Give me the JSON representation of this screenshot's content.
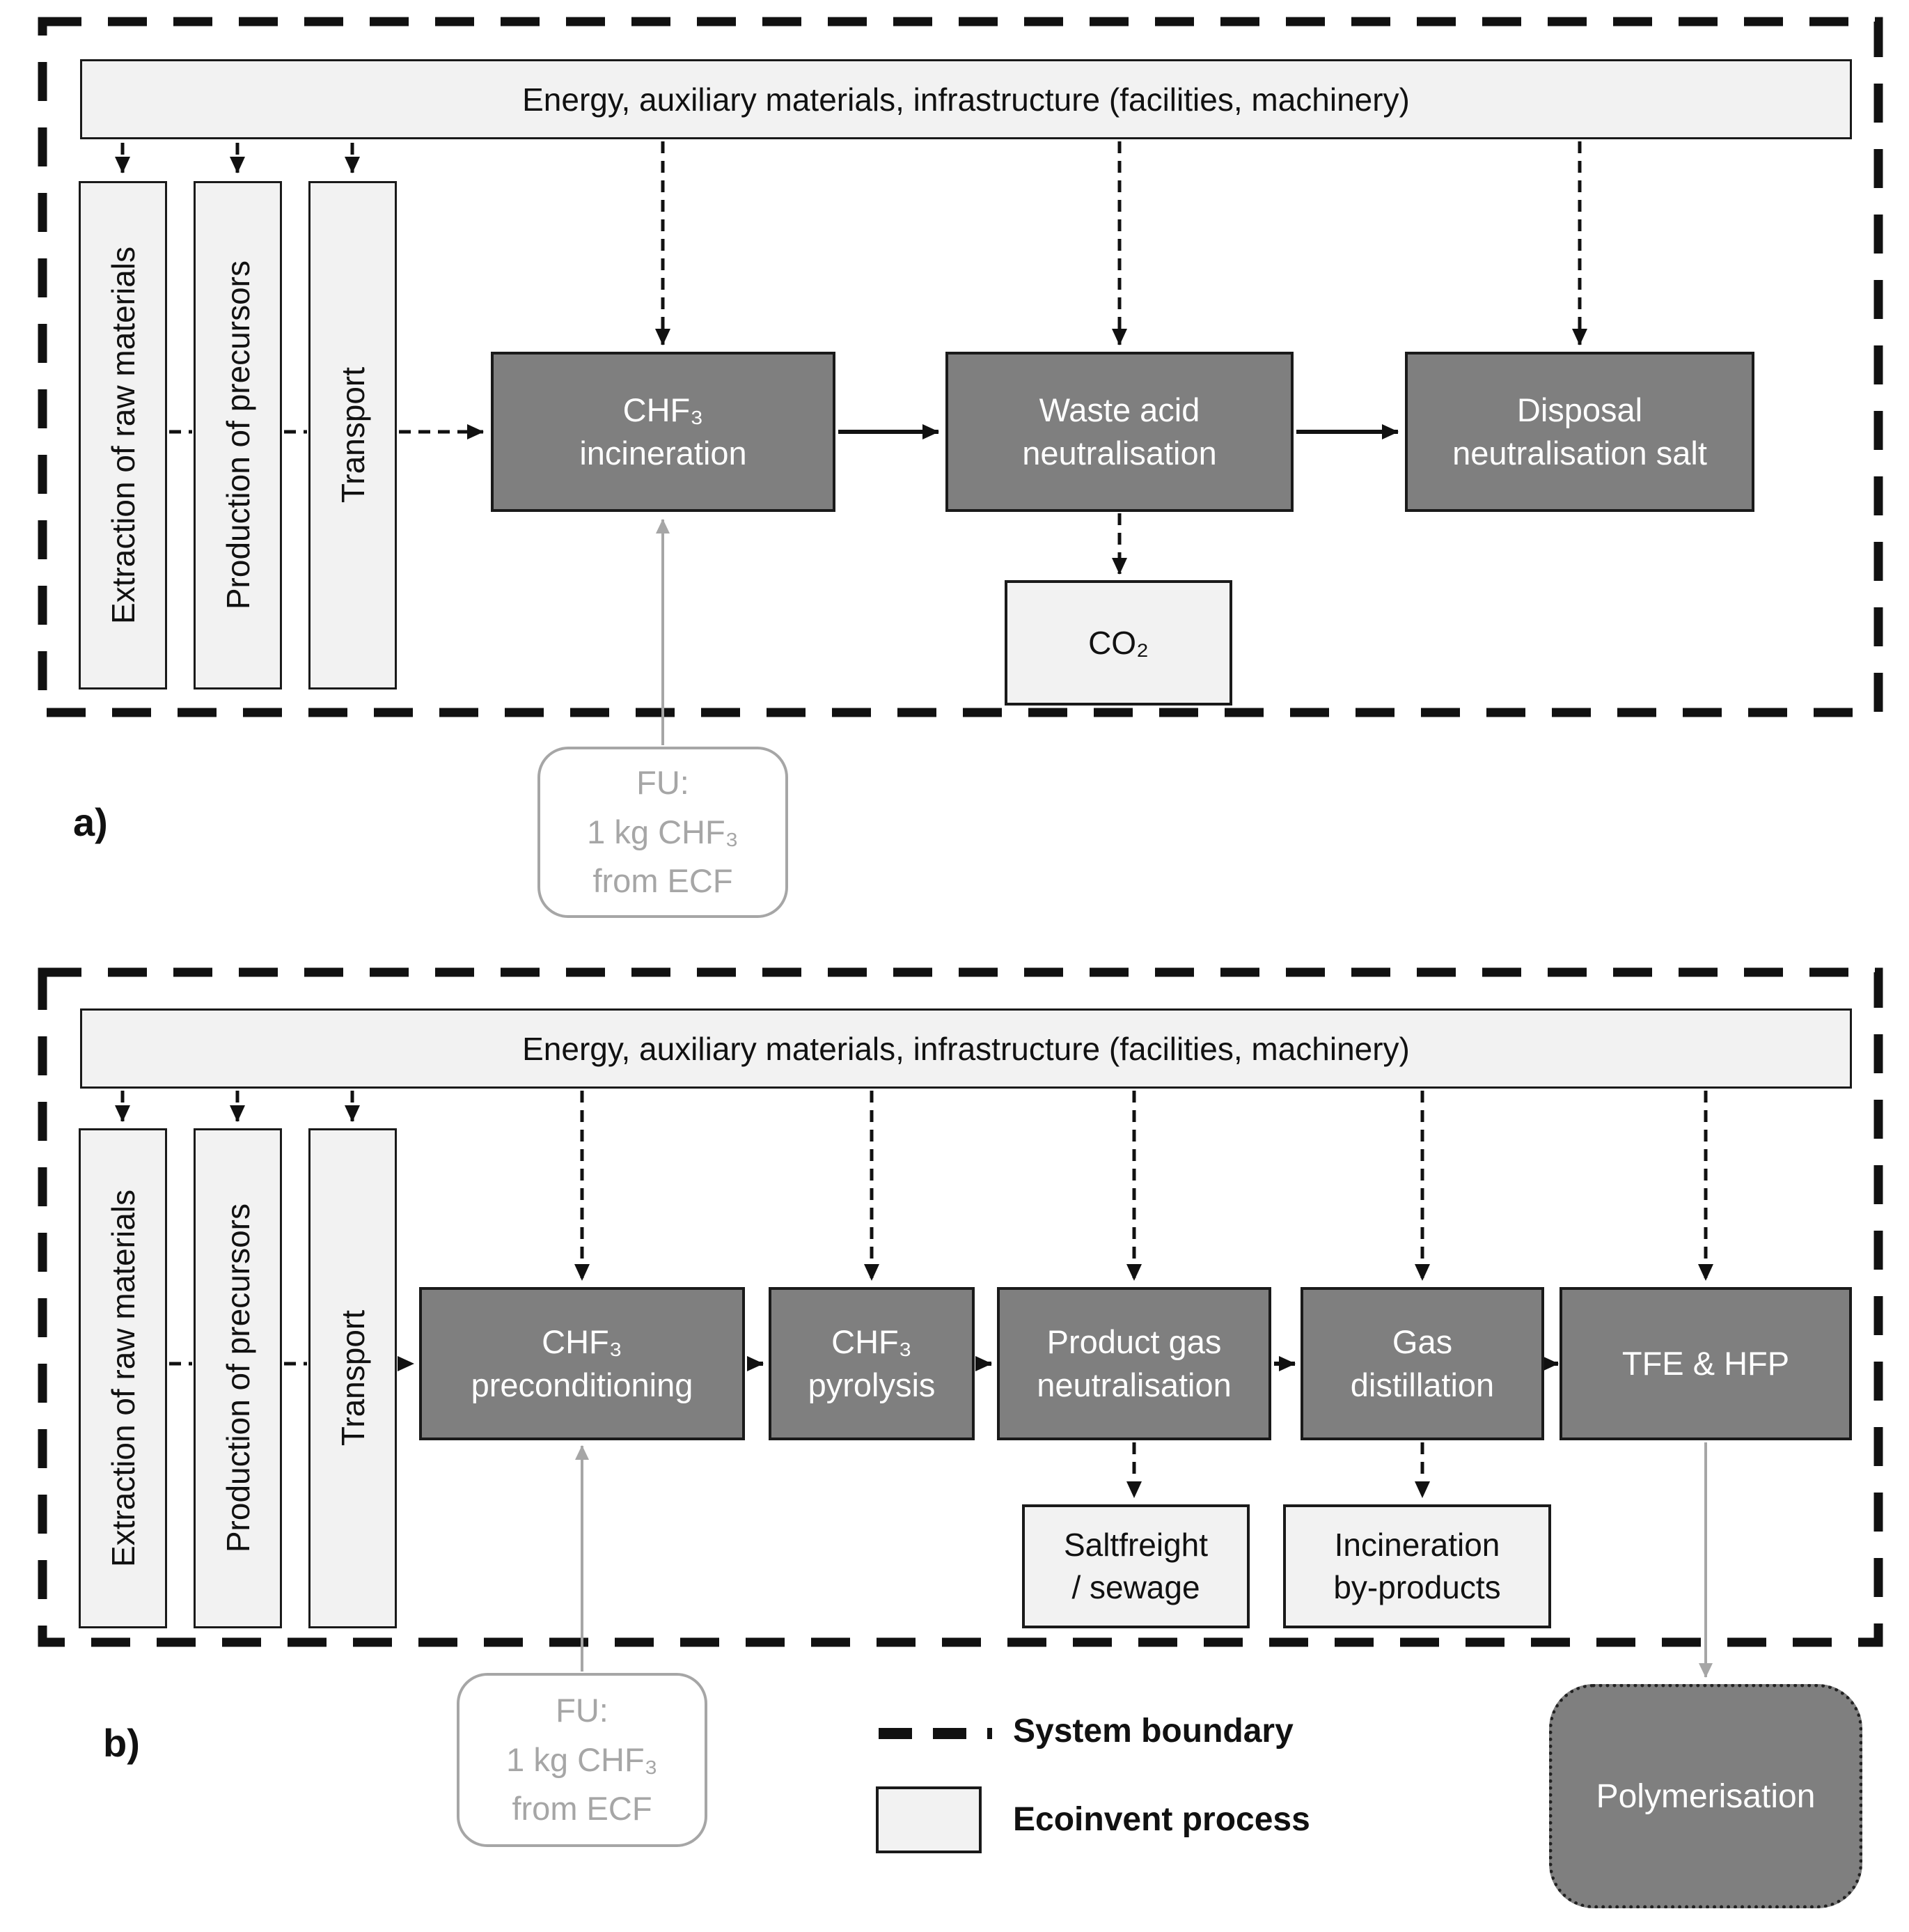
{
  "section_a": {
    "label": "a)",
    "energy_bar": "Energy, auxiliary materials, infrastructure (facilities, machinery)",
    "inputs": [
      "Extraction of raw materials",
      "Production of precursors",
      "Transport"
    ],
    "processes": [
      {
        "line1": "CHF₃",
        "line2": "incineration"
      },
      {
        "line1": "Waste acid",
        "line2": "neutralisation"
      },
      {
        "line1": "Disposal",
        "line2": "neutralisation salt"
      }
    ],
    "emission": "CO₂",
    "fu": {
      "line1": "FU:",
      "line2": "1 kg CHF₃",
      "line3": "from ECF"
    }
  },
  "section_b": {
    "label": "b)",
    "energy_bar": "Energy, auxiliary materials, infrastructure (facilities, machinery)",
    "inputs": [
      "Extraction of raw materials",
      "Production of precursors",
      "Transport"
    ],
    "processes": [
      {
        "line1": "CHF₃",
        "line2": "preconditioning"
      },
      {
        "line1": "CHF₃",
        "line2": "pyrolysis"
      },
      {
        "line1": "Product gas",
        "line2": "neutralisation"
      },
      {
        "line1": "Gas",
        "line2": "distillation"
      },
      {
        "line1": "TFE & HFP"
      }
    ],
    "wastes": [
      {
        "line1": "Saltfreight",
        "line2": "/ sewage"
      },
      {
        "line1": "Incineration",
        "line2": "by-products"
      }
    ],
    "fu": {
      "line1": "FU:",
      "line2": "1 kg CHF₃",
      "line3": "from ECF"
    },
    "downstream": "Polymerisation"
  },
  "legend": {
    "system_boundary": "System boundary",
    "ecoinvent_process": "Ecoinvent process"
  },
  "colors": {
    "process_fill": "#7f7f7f",
    "ecoinvent_fill": "#f2f2f2",
    "fu_gray": "#a6a6a6",
    "line_black": "#111111"
  }
}
